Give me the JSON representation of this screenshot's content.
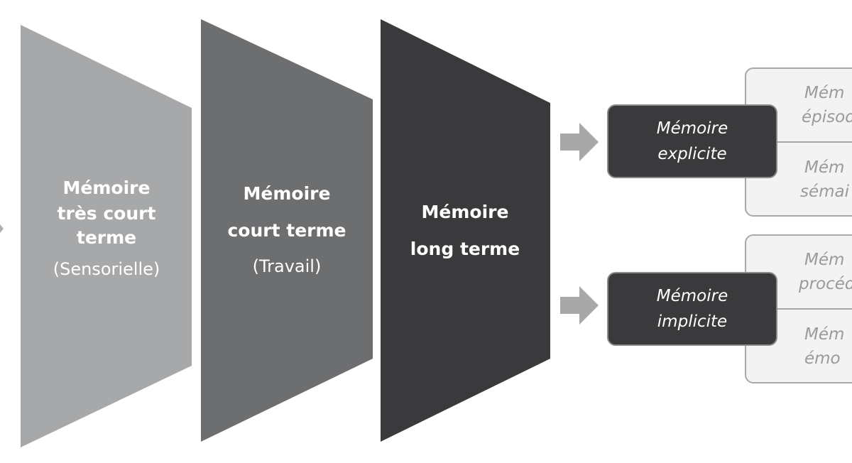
{
  "stages": [
    {
      "title_lines": [
        "Mémoire",
        "très court",
        "terme"
      ],
      "subtitle": "(Sensorielle)",
      "color": "#a7a8aa"
    },
    {
      "title_lines": [
        "Mémoire",
        "court terme"
      ],
      "subtitle": "(Travail)",
      "color": "#6d6e70"
    },
    {
      "title_lines": [
        "Mémoire",
        "long terme"
      ],
      "color": "#3a3a3c"
    }
  ],
  "branches": [
    {
      "lines": [
        "Mémoire",
        "explicite"
      ],
      "sub": [
        [
          "Mém",
          "épisod"
        ],
        [
          "Mém",
          "sémai"
        ]
      ]
    },
    {
      "lines": [
        "Mémoire",
        "implicite"
      ],
      "sub": [
        [
          "Mém",
          "procéd"
        ],
        [
          "Mém",
          "émo"
        ]
      ]
    }
  ]
}
